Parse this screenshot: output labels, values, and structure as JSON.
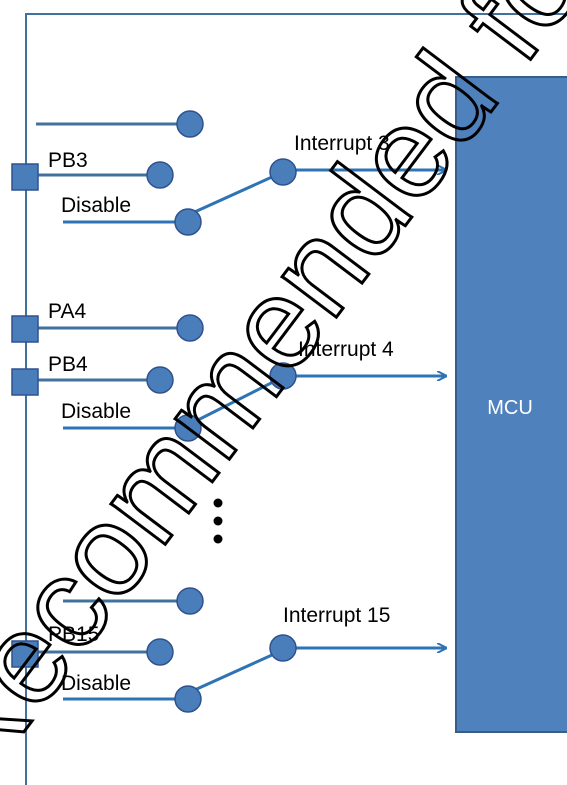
{
  "colors": {
    "wire": "#2e74b5",
    "line": "#41719c",
    "node_fill": "#4a7ebb",
    "node_stroke": "#2f528f",
    "mcu_fill": "#4f81bd",
    "mcu_stroke": "#385d8a",
    "frame": "#41719c"
  },
  "mcu": {
    "label": "MCU"
  },
  "pins": {
    "pb3": "PB3",
    "pa4": "PA4",
    "pb4": "PB4",
    "pb15": "PB15"
  },
  "groups": {
    "g1": {
      "disable": "Disable",
      "interrupt": "Interrupt 3"
    },
    "g2": {
      "disable": "Disable",
      "interrupt": "Interrupt 4"
    },
    "g3": {
      "disable": "Disable",
      "interrupt": "Interrupt 15"
    }
  },
  "watermark": {
    "text": "Recommended for New"
  }
}
